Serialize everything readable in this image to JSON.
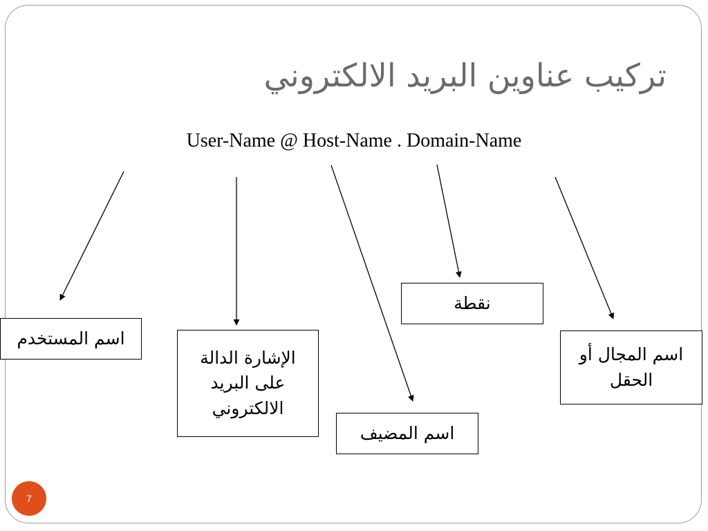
{
  "slide": {
    "title": "تركيب عناوين البريد الالكتروني",
    "formula": "User-Name @ Host-Name . Domain-Name",
    "page_number": "7"
  },
  "labels": {
    "username": "اسم المستخدم",
    "at_sign": "الإشارة الدالة على البريد الالكتروني",
    "host": "اسم المضيف",
    "dot": "نقطة",
    "domain": "اسم المجال أو الحقل"
  }
}
